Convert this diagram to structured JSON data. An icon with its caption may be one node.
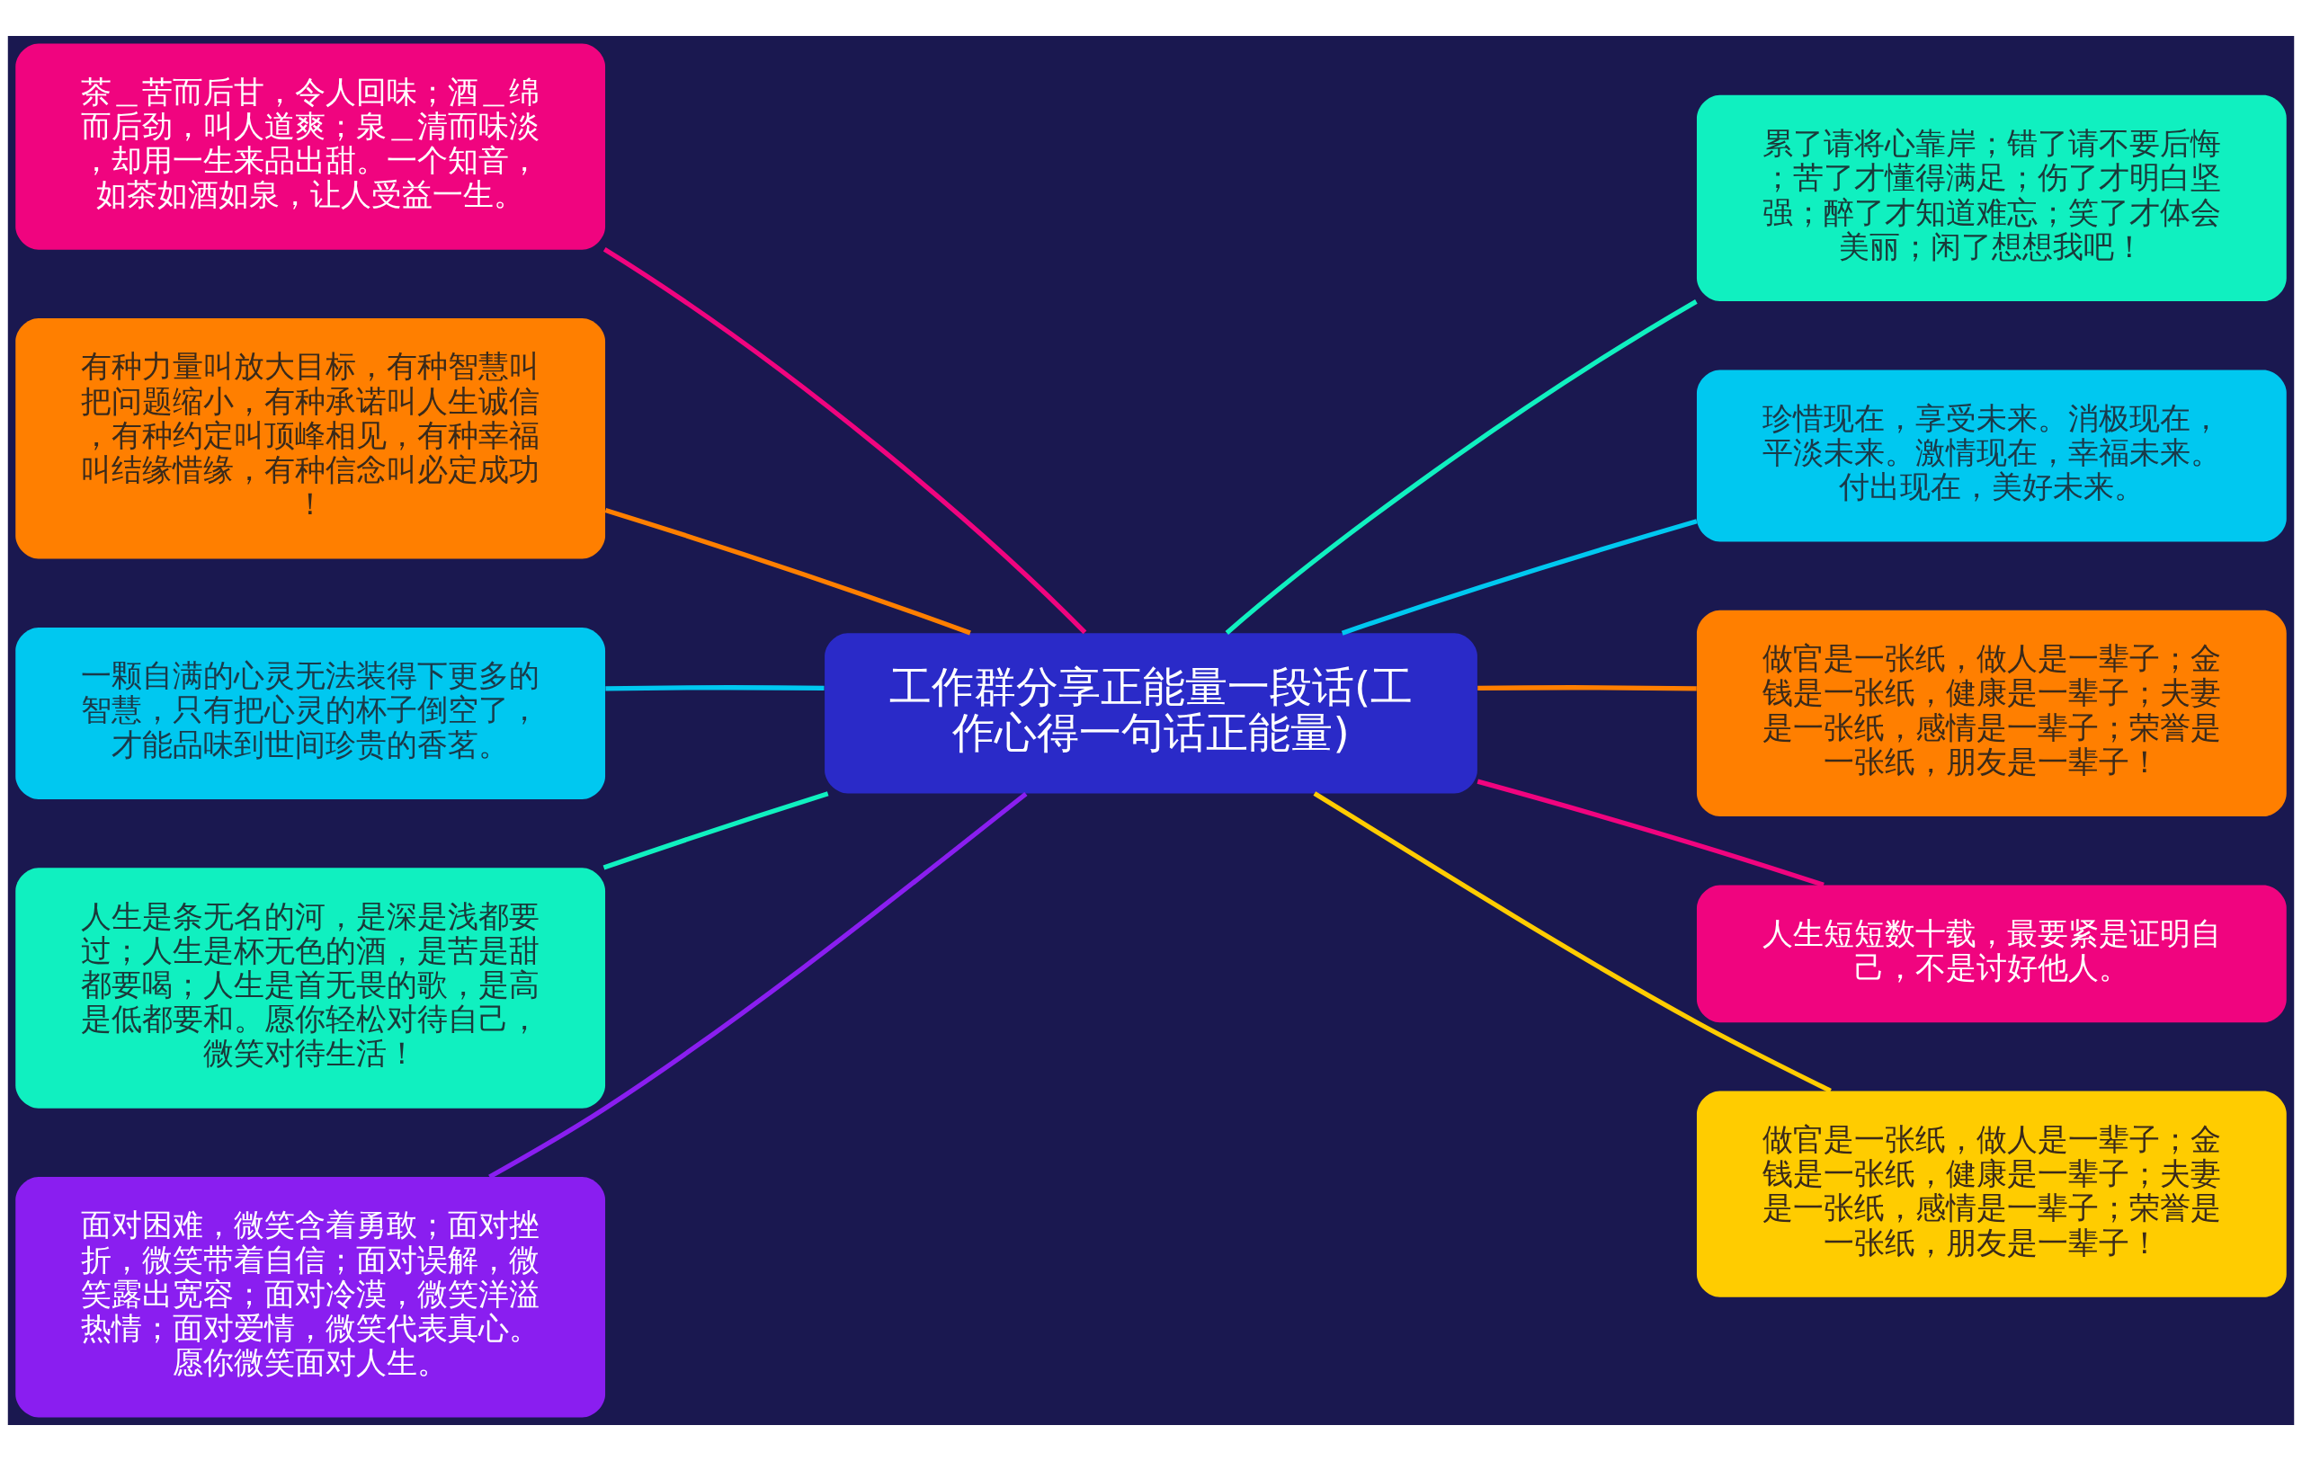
{
  "diagram": {
    "nodes": [
      {
        "text": [
          "工作群分享正能量一段话(工作心得一句话正能量)"
        ]
      },
      {
        "text": [
          "茶＿苦而后甘，令人回味；酒＿绵而后劲，叫人道爽；泉＿清而味淡，却用一生来品出甜。一个知音，如茶如酒如泉，让人受益一生。"
        ]
      },
      {
        "text": [
          "有种力量叫放大目标，有种智慧叫把问题缩小，有种承诺叫人生诚信，有种约定叫顶峰相见，有种幸福叫结缘惜缘，有种信念叫必定成功！"
        ]
      },
      {
        "text": [
          "一颗自满的心灵无法装得下更多的智慧，只有把心灵的杯子倒空了，才能品味到世间珍贵的香茗。"
        ]
      },
      {
        "text": [
          "人生是条无名的河，是深是浅都要过；人生是杯无色的酒，是苦是甜都要喝；人生是首无畏的歌，是高是低都要和。愿你轻松对待自己，微笑对待生活！"
        ]
      },
      {
        "text": [
          "面对困难，微笑含着勇敢；面对挫折，微笑带着自信；面对误解，微笑露出宽容；面对冷漠，微笑洋溢热情；面对爱情，微笑代表真心。愿你微笑面对人生。"
        ]
      },
      {
        "text": [
          "累了请将心靠岸；错了请不要后悔；苦了才懂得满足；伤了才明白坚强；醉了才知道难忘；笑了才体会美丽；闲了想想我吧！"
        ]
      },
      {
        "text": [
          "珍惜现在，享受未来。消极现在，平淡未来。激情现在，幸福未来。付出现在，美好未来。"
        ]
      },
      {
        "text": [
          "做官是一张纸，做人是一辈子；金钱是一张纸，健康是一辈子；夫妻是一张纸，感情是一辈子；荣誉是一张纸，朋友是一辈子！"
        ]
      },
      {
        "text": [
          "人生短短数十载，最要紧是证明自己，不是讨好他人。"
        ]
      },
      {
        "text": [
          "做官是一张纸，做人是一辈子；金钱是一张纸，健康是一辈子；夫妻是一张纸，感情是一辈子；荣誉是一张纸，朋友是一辈子！"
        ]
      }
    ],
    "edges": [
      {
        "from": 0,
        "to": 1,
        "arrow": "none",
        "color": "#f0047f"
      },
      {
        "from": 0,
        "to": 2,
        "arrow": "none",
        "color": "#ff7f00"
      },
      {
        "from": 0,
        "to": 3,
        "arrow": "none",
        "color": "#00c8f0"
      },
      {
        "from": 0,
        "to": 4,
        "arrow": "none",
        "color": "#10f0c0"
      },
      {
        "from": 0,
        "to": 5,
        "arrow": "none",
        "color": "#8a1ef0"
      },
      {
        "from": 0,
        "to": 6,
        "arrow": "none",
        "color": "#10f0c0"
      },
      {
        "from": 0,
        "to": 7,
        "arrow": "none",
        "color": "#00c8f0"
      },
      {
        "from": 0,
        "to": 8,
        "arrow": "none",
        "color": "#ff7f00"
      },
      {
        "from": 0,
        "to": 9,
        "arrow": "none",
        "color": "#f0047f"
      },
      {
        "from": 0,
        "to": 10,
        "arrow": "none",
        "color": "#ffcc00"
      }
    ]
  }
}
